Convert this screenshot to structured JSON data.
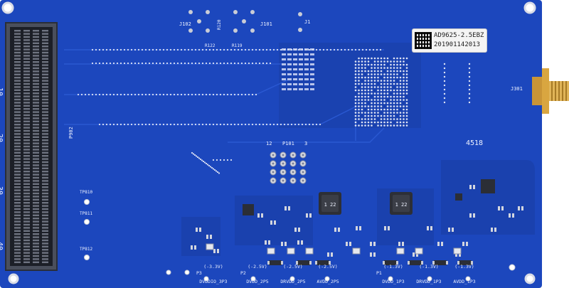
{
  "board": {
    "sticker_model": "AD9625-2.5EBZ",
    "sticker_serial": "201901142013",
    "build_code": "4518",
    "connector_ref": "J301",
    "fmc_ref": "P902",
    "header_ref": "P101",
    "header_pin_a": "12",
    "header_pin_b": "3",
    "ref_j1": "J1",
    "ref_j101": "J101",
    "ref_j102": "J102",
    "ref_r120": "R120",
    "ref_r119": "R119",
    "ref_r122": "R122",
    "fmc_pin_labels": [
      "10",
      "20",
      "30",
      "40"
    ],
    "tp_labels": [
      "TP810",
      "TP811",
      "TP812"
    ],
    "inductor_labels": [
      "1 22",
      "1 22"
    ]
  },
  "rails": [
    {
      "voltage": "(-3.3V)",
      "name": "DVDDIO_3P3",
      "ref": "P3"
    },
    {
      "voltage": "(-2.5V)",
      "name": "DVDD_2P5",
      "ref": "P2"
    },
    {
      "voltage": "(-2.5V)",
      "name": "DRVDD_2P5",
      "ref": ""
    },
    {
      "voltage": "(-2.5V)",
      "name": "AVDD_2P5",
      "ref": ""
    },
    {
      "voltage": "(-1.3V)",
      "name": "DVDD_1P3",
      "ref": "P1"
    },
    {
      "voltage": "(-1.3V)",
      "name": "DRVDD_1P3",
      "ref": ""
    },
    {
      "voltage": "(-1.3V)",
      "name": "AVDD_1P3",
      "ref": ""
    }
  ],
  "colors": {
    "pcb": "#1c47bd",
    "pcb_dark": "#163aa3",
    "copper_pad": "#c9ccd6",
    "silkscreen": "#eef2ff",
    "sma_gold": "#d9a640"
  }
}
